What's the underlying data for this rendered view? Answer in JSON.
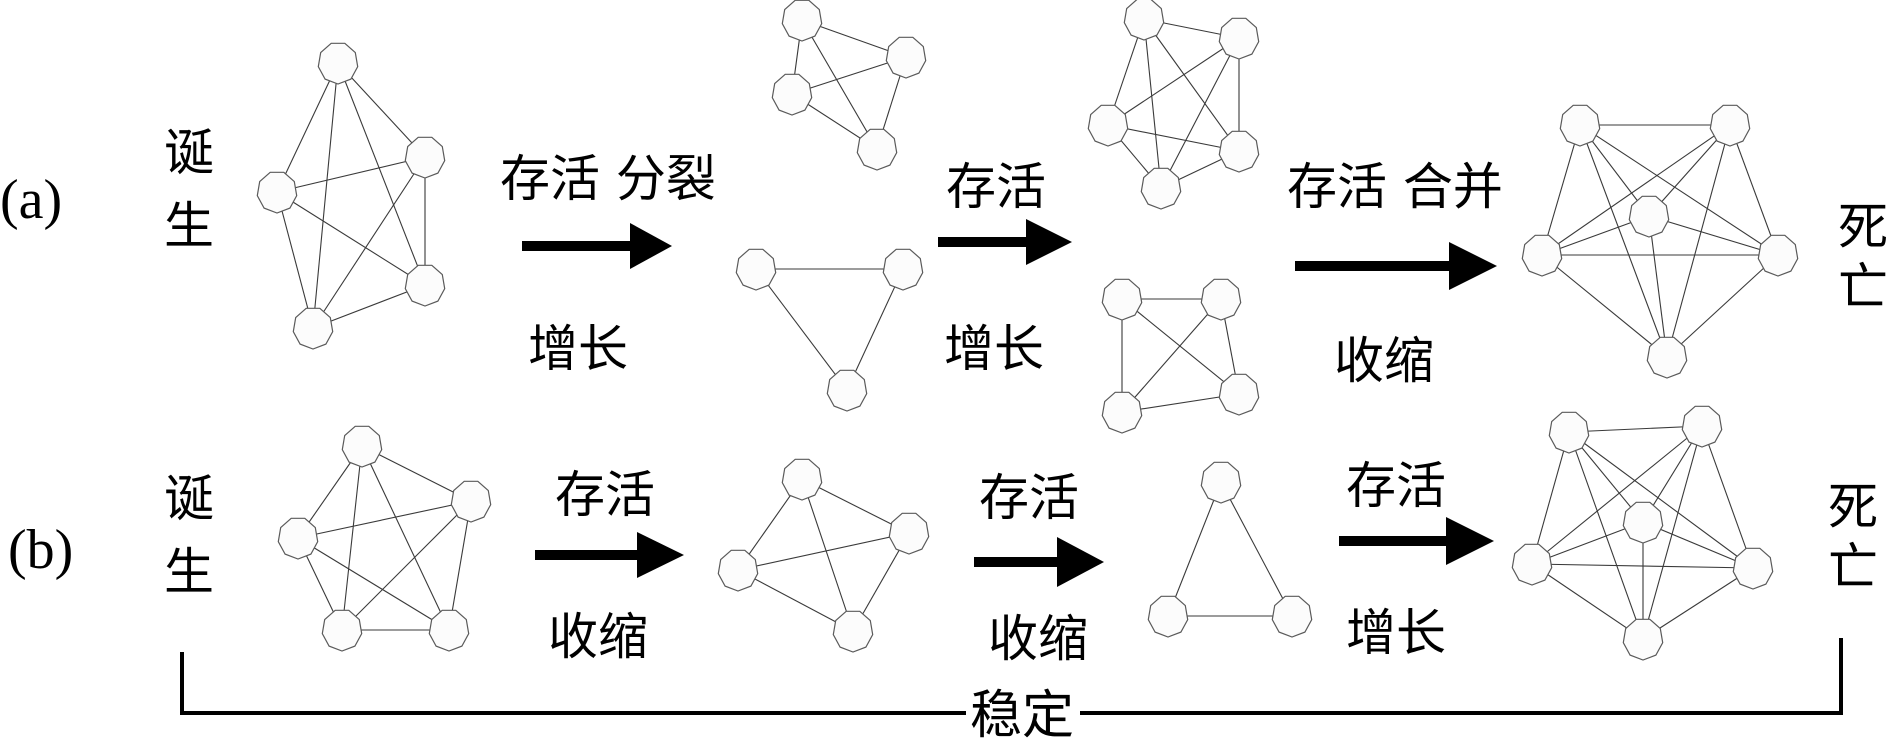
{
  "rows": [
    {
      "id": "a",
      "row_label": "(a)",
      "start_label": [
        "诞",
        "生"
      ],
      "end_label": [
        "死",
        "亡"
      ],
      "transitions": [
        {
          "top": "存活 分裂",
          "bottom": "增长"
        },
        {
          "top": "存活",
          "bottom": "增长"
        },
        {
          "top": "存活 合并",
          "bottom": "收缩"
        }
      ],
      "graphs": [
        {
          "name": "a-birth",
          "nodes": 5,
          "edges": [
            [
              0,
              1
            ],
            [
              0,
              2
            ],
            [
              0,
              3
            ],
            [
              0,
              4
            ],
            [
              1,
              2
            ],
            [
              1,
              3
            ],
            [
              1,
              4
            ],
            [
              2,
              3
            ],
            [
              2,
              4
            ],
            [
              3,
              4
            ]
          ]
        },
        {
          "name": "a-split-top",
          "nodes": 4,
          "edges": [
            [
              0,
              1
            ],
            [
              0,
              2
            ],
            [
              0,
              3
            ],
            [
              1,
              2
            ],
            [
              1,
              3
            ],
            [
              2,
              3
            ]
          ]
        },
        {
          "name": "a-split-bottom",
          "nodes": 3,
          "edges": [
            [
              0,
              1
            ],
            [
              0,
              2
            ],
            [
              1,
              2
            ]
          ]
        },
        {
          "name": "a-grown-top",
          "nodes": 5,
          "edges": [
            [
              0,
              1
            ],
            [
              0,
              2
            ],
            [
              0,
              3
            ],
            [
              0,
              4
            ],
            [
              1,
              2
            ],
            [
              1,
              3
            ],
            [
              1,
              4
            ],
            [
              2,
              3
            ],
            [
              2,
              4
            ],
            [
              3,
              4
            ]
          ]
        },
        {
          "name": "a-grown-bottom",
          "nodes": 4,
          "edges": [
            [
              0,
              1
            ],
            [
              0,
              2
            ],
            [
              0,
              3
            ],
            [
              1,
              2
            ],
            [
              1,
              3
            ],
            [
              2,
              3
            ]
          ]
        },
        {
          "name": "a-merged",
          "nodes": 6,
          "edges": [
            [
              0,
              1
            ],
            [
              0,
              2
            ],
            [
              0,
              3
            ],
            [
              0,
              4
            ],
            [
              0,
              5
            ],
            [
              1,
              2
            ],
            [
              1,
              3
            ],
            [
              1,
              4
            ],
            [
              1,
              5
            ],
            [
              2,
              3
            ],
            [
              2,
              4
            ],
            [
              2,
              5
            ],
            [
              3,
              4
            ],
            [
              3,
              5
            ],
            [
              4,
              5
            ]
          ]
        }
      ]
    },
    {
      "id": "b",
      "row_label": "(b)",
      "start_label": [
        "诞",
        "生"
      ],
      "end_label": [
        "死",
        "亡"
      ],
      "transitions": [
        {
          "top": "存活",
          "bottom": "收缩"
        },
        {
          "top": "存活",
          "bottom": "收缩"
        },
        {
          "top": "存活",
          "bottom": "增长"
        }
      ],
      "graphs": [
        {
          "name": "b-birth",
          "nodes": 5,
          "edges": [
            [
              0,
              1
            ],
            [
              0,
              2
            ],
            [
              0,
              3
            ],
            [
              0,
              4
            ],
            [
              1,
              2
            ],
            [
              1,
              3
            ],
            [
              1,
              4
            ],
            [
              2,
              3
            ],
            [
              2,
              4
            ],
            [
              3,
              4
            ]
          ]
        },
        {
          "name": "b-contracted-1",
          "nodes": 4,
          "edges": [
            [
              0,
              1
            ],
            [
              0,
              2
            ],
            [
              0,
              3
            ],
            [
              1,
              2
            ],
            [
              1,
              3
            ],
            [
              2,
              3
            ]
          ]
        },
        {
          "name": "b-contracted-2",
          "nodes": 3,
          "edges": [
            [
              0,
              1
            ],
            [
              0,
              2
            ],
            [
              1,
              2
            ]
          ]
        },
        {
          "name": "b-grown",
          "nodes": 6,
          "edges": [
            [
              0,
              1
            ],
            [
              0,
              2
            ],
            [
              0,
              3
            ],
            [
              0,
              4
            ],
            [
              0,
              5
            ],
            [
              1,
              2
            ],
            [
              1,
              3
            ],
            [
              1,
              4
            ],
            [
              1,
              5
            ],
            [
              2,
              3
            ],
            [
              2,
              4
            ],
            [
              2,
              5
            ],
            [
              3,
              4
            ],
            [
              3,
              5
            ],
            [
              4,
              5
            ]
          ]
        }
      ]
    }
  ],
  "bracket_label": "稳定"
}
